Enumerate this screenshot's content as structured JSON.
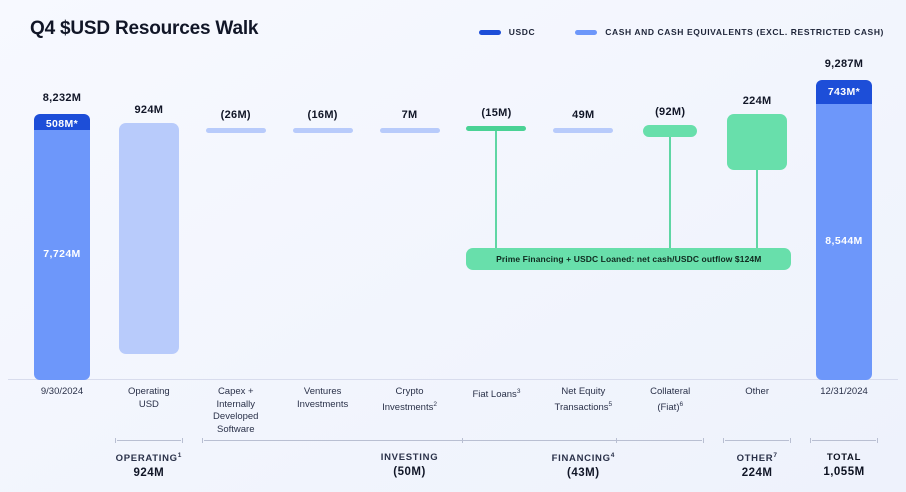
{
  "header": {
    "title": "Q4 $USD Resources Walk"
  },
  "legend": {
    "items": [
      {
        "label": "USDC",
        "color": "#1d4ed8",
        "icon": "legend-swatch"
      },
      {
        "label": "Cash and Cash Equivalents (excl. Restricted Cash)",
        "color": "#6d97fa",
        "icon": "legend-swatch"
      }
    ]
  },
  "annotation": {
    "text": "Prime Financing + USDC Loaned: net cash/USDC outflow $124M",
    "color": "#68dfab"
  },
  "colors": {
    "usdc": "#1d4ed8",
    "cash": "#6d97fa",
    "pale": "#b8cbfb",
    "green": "#68dfab",
    "background": "#f2f5fd",
    "axis": "#d8dced"
  },
  "chart_data": {
    "type": "bar",
    "title": "Q4 $USD Resources Walk",
    "xlabel": "",
    "ylabel": "",
    "ylim": [
      0,
      9287
    ],
    "grid": false,
    "legend_position": "top-right",
    "categories": [
      "9/30/2024",
      "Operating USD",
      "Capex + Internally Developed Software",
      "Ventures Investments",
      "Crypto Investments",
      "Fiat Loans",
      "Net Equity Transactions",
      "Collateral (Fiat)",
      "Other",
      "12/31/2024"
    ],
    "bars": [
      {
        "category": "9/30/2024",
        "label": "9/30/2024",
        "superscript": "",
        "kind": "total",
        "value": 8232,
        "value_label": "8,232M",
        "segments": [
          {
            "name": "USDC",
            "value": 508,
            "label": "508M*",
            "color": "#1d4ed8"
          },
          {
            "name": "Cash and Cash Equivalents",
            "value": 7724,
            "label": "7,724M",
            "color": "#6d97fa"
          }
        ]
      },
      {
        "category": "Operating USD",
        "label": "Operating\nUSD",
        "superscript": "",
        "kind": "delta",
        "value": 924,
        "value_label": "924M",
        "color": "#b8cbfb",
        "stem": false
      },
      {
        "category": "Capex + Internally Developed Software",
        "label": "Capex +\nInternally\nDeveloped\nSoftware",
        "superscript": "",
        "kind": "delta",
        "value": -26,
        "value_label": "(26M)",
        "color": "#b8cbfb",
        "stem": false
      },
      {
        "category": "Ventures Investments",
        "label": "Ventures\nInvestments",
        "superscript": "",
        "kind": "delta",
        "value": -16,
        "value_label": "(16M)",
        "color": "#b8cbfb",
        "stem": false
      },
      {
        "category": "Crypto Investments",
        "label": "Crypto\nInvestments",
        "superscript": "2",
        "kind": "delta",
        "value": 7,
        "value_label": "7M",
        "color": "#b8cbfb",
        "stem": false
      },
      {
        "category": "Fiat Loans",
        "label": "Fiat Loans",
        "superscript": "3",
        "kind": "delta",
        "value": -15,
        "value_label": "(15M)",
        "color": "#4ad295",
        "stem": true
      },
      {
        "category": "Net Equity Transactions",
        "label": "Net Equity\nTransactions",
        "superscript": "5",
        "kind": "delta",
        "value": 49,
        "value_label": "49M",
        "color": "#b8cbfb",
        "stem": false
      },
      {
        "category": "Collateral (Fiat)",
        "label": "Collateral\n(Fiat)",
        "superscript": "6",
        "kind": "delta",
        "value": -92,
        "value_label": "(92M)",
        "color": "#68dfab",
        "stem": true
      },
      {
        "category": "Other",
        "label": "Other",
        "superscript": "",
        "kind": "delta",
        "value": 224,
        "value_label": "224M",
        "color": "#68dfab",
        "stem": true
      },
      {
        "category": "12/31/2024",
        "label": "12/31/2024",
        "superscript": "",
        "kind": "total",
        "value": 9287,
        "value_label": "9,287M",
        "segments": [
          {
            "name": "USDC",
            "value": 743,
            "label": "743M*",
            "color": "#1d4ed8"
          },
          {
            "name": "Cash and Cash Equivalents",
            "value": 8544,
            "label": "8,544M",
            "color": "#6d97fa"
          }
        ]
      }
    ],
    "groups": [
      {
        "name": "Operating",
        "superscript": "1",
        "value_label": "924M",
        "value": 924,
        "from": 1,
        "to": 1
      },
      {
        "name": "Investing",
        "superscript": "",
        "value_label": "(50M)",
        "value": -50,
        "from": 2,
        "to": 6
      },
      {
        "name": "Financing",
        "superscript": "4",
        "value_label": "(43M)",
        "value": -43,
        "from": 5,
        "to": 7
      },
      {
        "name": "Other",
        "superscript": "7",
        "value_label": "224M",
        "value": 224,
        "from": 8,
        "to": 8
      },
      {
        "name": "Total",
        "superscript": "",
        "value_label": "1,055M",
        "value": 1055,
        "from": 9,
        "to": 9
      }
    ]
  }
}
